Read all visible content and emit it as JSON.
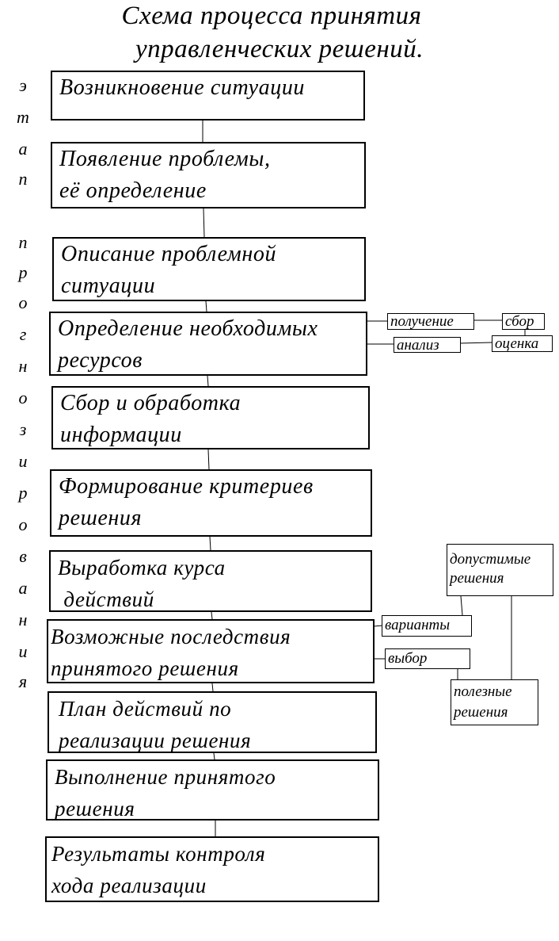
{
  "title": {
    "line1": "Схема процесса принятия",
    "line2": "управленческих решений."
  },
  "vertical_label": [
    "э",
    "т",
    "а",
    "п",
    "",
    "п",
    "р",
    "о",
    "г",
    "н",
    "о",
    "з",
    "и",
    "р",
    "о",
    "в",
    "а",
    "н",
    "и",
    "я"
  ],
  "steps": [
    "Возникновение ситуации",
    "Появление проблемы,\nеё определение",
    "Описание проблемной\nситуации",
    "Определение необходимых\nресурсов",
    "Сбор и обработка\nинформации",
    "Формирование критериев\nрешения",
    "Выработка курса\n действий",
    "Возможные последствия\nпринятого решения",
    "План действий по\nреализации решения",
    "Выполнение принятого\nрешения",
    "Результаты контроля\nхода реализации"
  ],
  "side": {
    "poluchenie": "получение",
    "sbor": "сбор",
    "analiz": "анализ",
    "otsenka": "оценка",
    "dopustimye": "допустимые\nрешения",
    "varianty": "варианты",
    "vybor": "выбор",
    "poleznye": "полезные\nрешения"
  }
}
